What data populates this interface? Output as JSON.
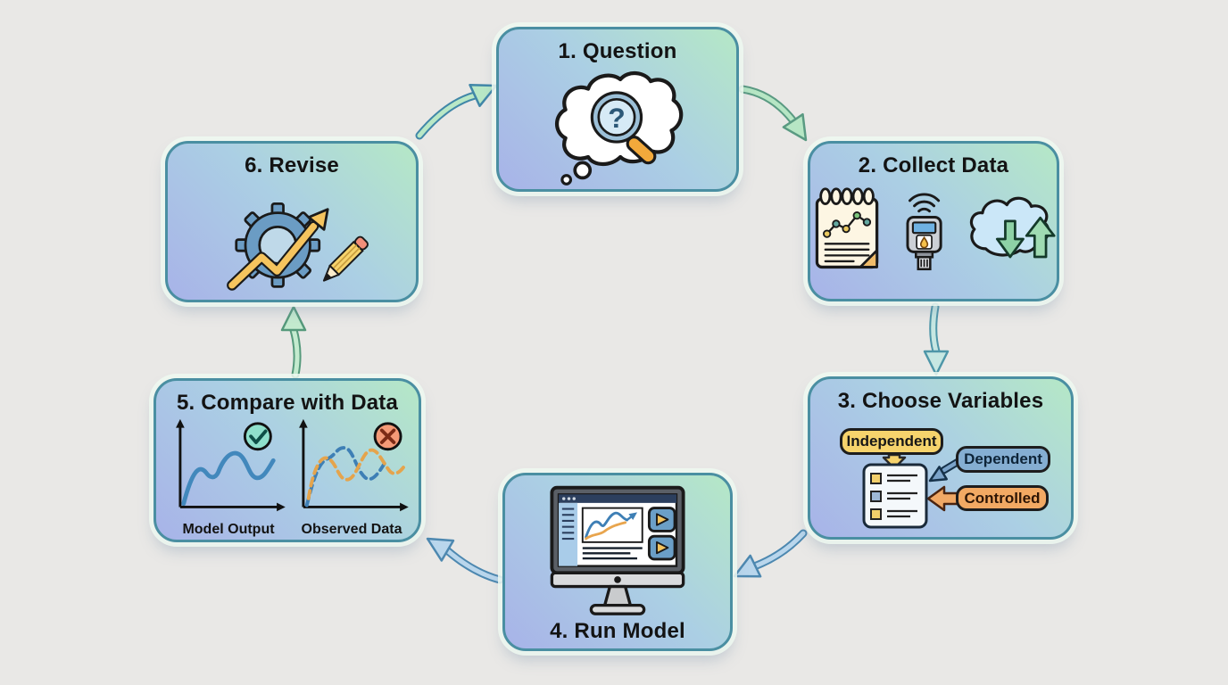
{
  "canvas": {
    "background": "#e9e8e6"
  },
  "style": {
    "box_border": "#4a8fa2",
    "box_gradient": [
      "#a8b3e8",
      "#abcfe4",
      "#b5e8c6"
    ],
    "arrow_green_fill": "#b9e8c6",
    "arrow_blue_fill": "#b9d6ec"
  },
  "steps": [
    {
      "label": "1. Question",
      "icon": "thought-cloud-magnifier-icon"
    },
    {
      "label": "2. Collect Data",
      "icons": [
        "notepad-chart-icon",
        "sensor-device-icon",
        "cloud-sync-icon"
      ]
    },
    {
      "label": "3. Choose Variables",
      "icon": "checklist-icon",
      "variables": [
        {
          "label": "Independent",
          "color": "#f6d36c"
        },
        {
          "label": "Dependent",
          "color": "#85aed2"
        },
        {
          "label": "Controlled",
          "color": "#f2a963"
        }
      ]
    },
    {
      "label": "4. Run Model",
      "icon": "computer-monitor-icon"
    },
    {
      "label": "5. Compare with Data",
      "panels": [
        {
          "label": "Model Output",
          "status": "check",
          "status_color": "#8fe0cb"
        },
        {
          "label": "Observed Data",
          "status": "x",
          "status_color": "#f49a77"
        }
      ]
    },
    {
      "label": "6. Revise",
      "icon": "gear-trend-arrow-pencil-icon"
    }
  ]
}
